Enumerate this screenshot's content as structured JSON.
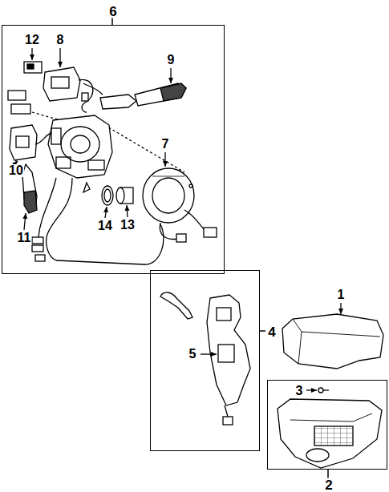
{
  "diagram": {
    "nodes": [
      {
        "text": [
          "6"
        ]
      },
      {
        "text": [
          "4"
        ]
      },
      {
        "text": [
          "2"
        ]
      }
    ],
    "labels": [
      "12",
      "8",
      "9",
      "10",
      "11",
      "7",
      "14",
      "13",
      "5",
      "1",
      "3"
    ]
  }
}
